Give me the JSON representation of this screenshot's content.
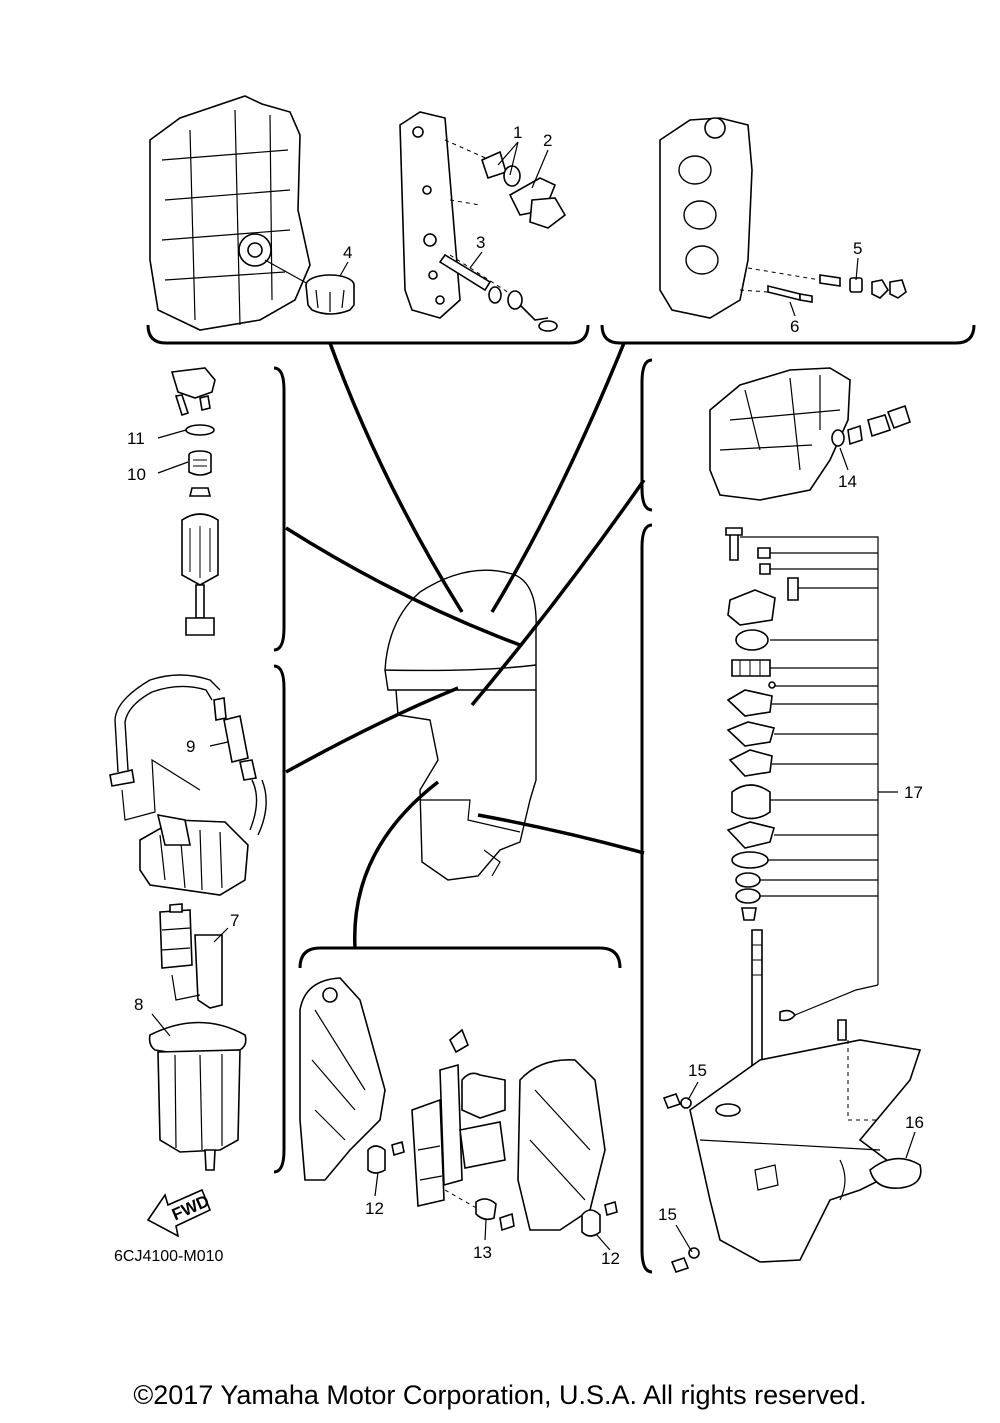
{
  "diagram": {
    "callouts": {
      "c1": "1",
      "c2": "2",
      "c3": "3",
      "c4": "4",
      "c5": "5",
      "c6": "6",
      "c7": "7",
      "c8": "8",
      "c9": "9",
      "c10": "10",
      "c11": "11",
      "c12a": "12",
      "c12b": "12",
      "c13": "13",
      "c14": "14",
      "c15a": "15",
      "c15b": "15",
      "c16": "16",
      "c17": "17"
    },
    "drawing_code": "6CJ4100-M010",
    "fwd_label": "FWD"
  },
  "footer": {
    "copyright": "©2017 Yamaha Motor Corporation, U.S.A. All rights reserved."
  }
}
